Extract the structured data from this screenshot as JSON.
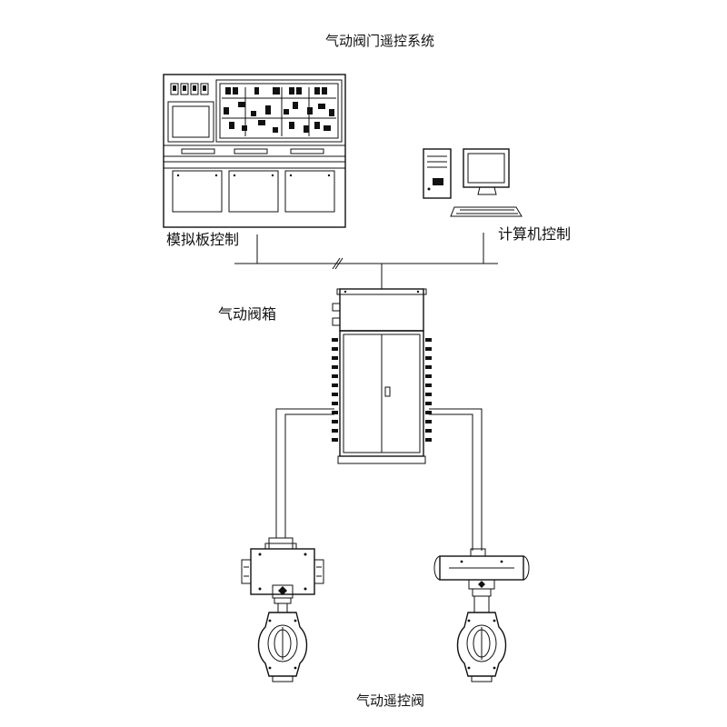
{
  "diagram": {
    "title": "气动阀门遥控系统",
    "labels": {
      "analog_panel": "模拟板控制",
      "computer": "计算机控制",
      "valve_box": "气动阀箱",
      "remote_valve": "气动遥控阀"
    },
    "icons": [
      "analog-control-panel-icon",
      "computer-workstation-icon",
      "pneumatic-valve-cabinet-icon",
      "pneumatic-butterfly-valve-icon"
    ]
  }
}
